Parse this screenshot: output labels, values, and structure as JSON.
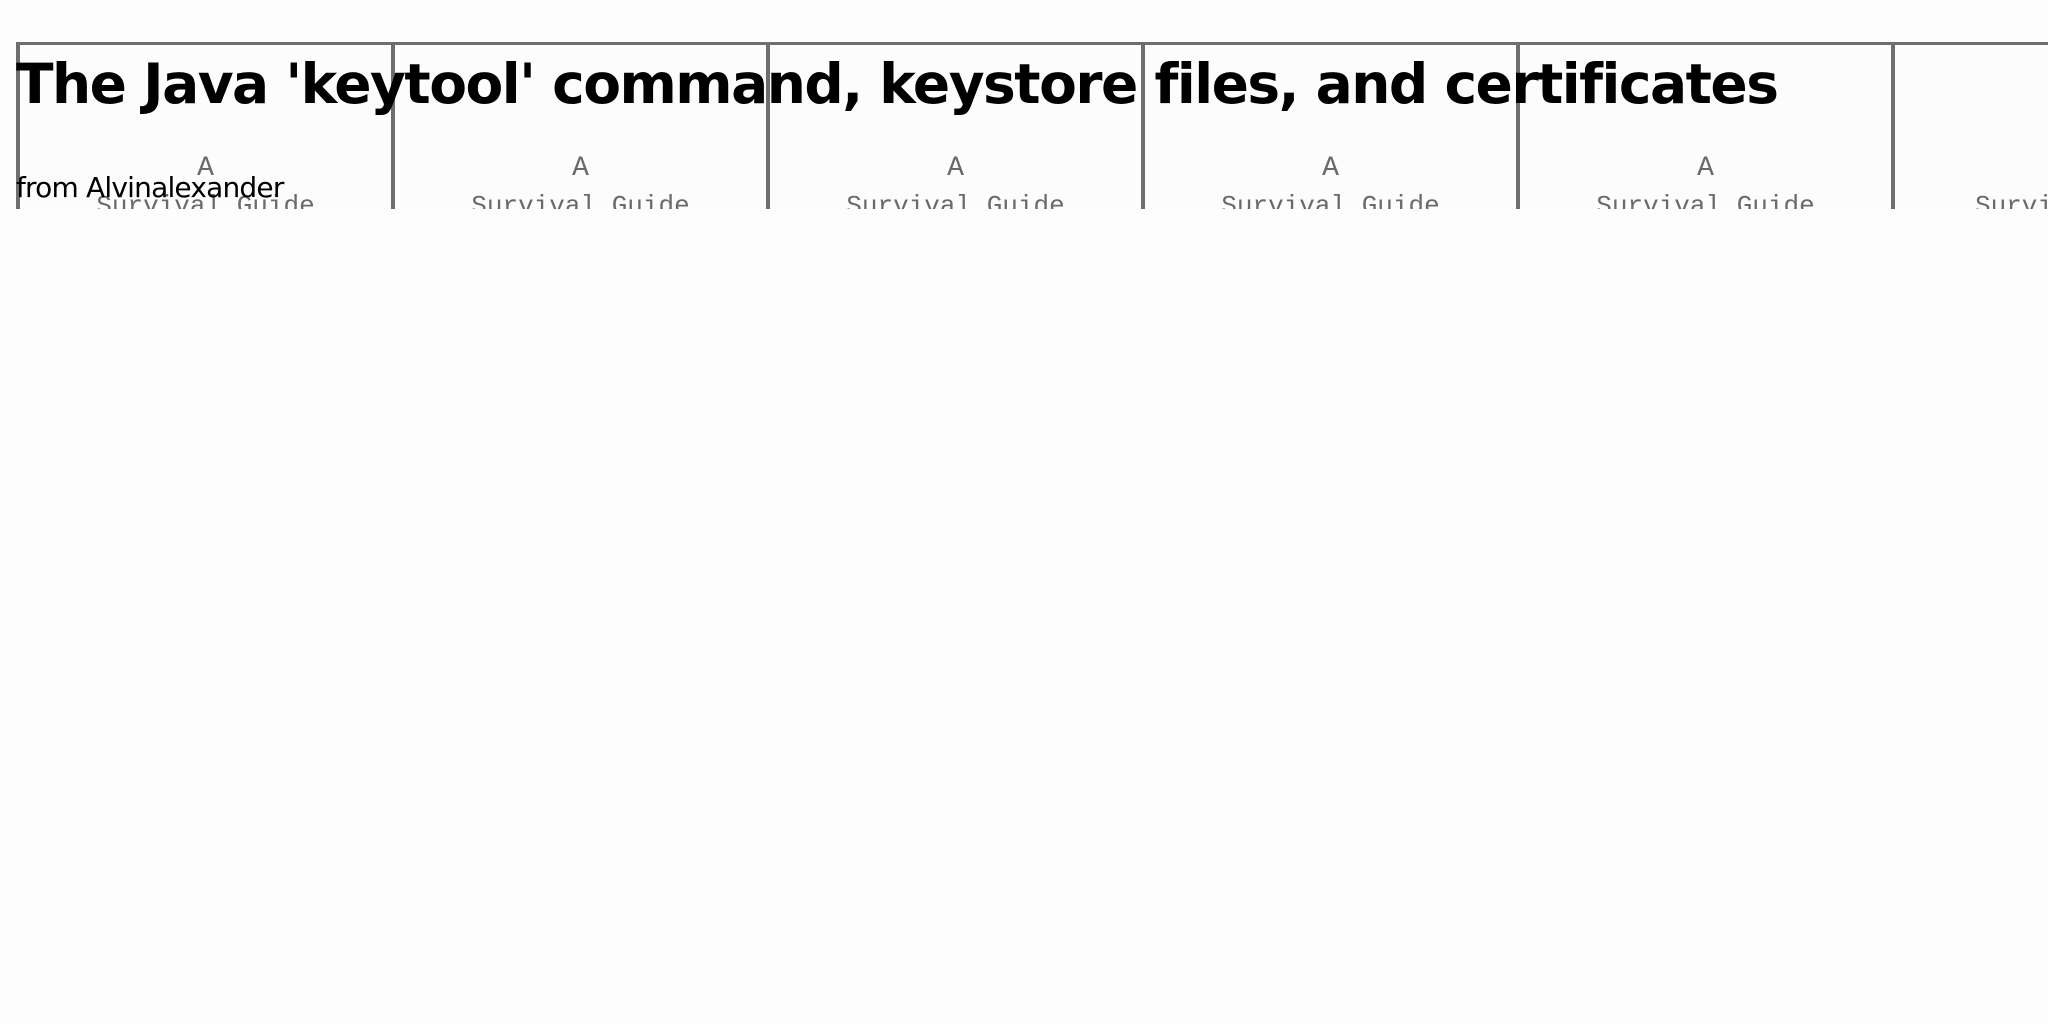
{
  "page": {
    "title": "The Java 'keytool' command, keystore files, and certificates",
    "source": "from Alvinalexander"
  },
  "banner": {
    "tiles": [
      {
        "letter": "A",
        "caption": "Survival Guide"
      },
      {
        "letter": "A",
        "caption": "Survival Guide"
      },
      {
        "letter": "A",
        "caption": "Survival Guide"
      },
      {
        "letter": "A",
        "caption": "Survival Guide"
      },
      {
        "letter": "A",
        "caption": "Survival Guide"
      },
      {
        "letter": "",
        "caption": "Survi"
      }
    ]
  }
}
